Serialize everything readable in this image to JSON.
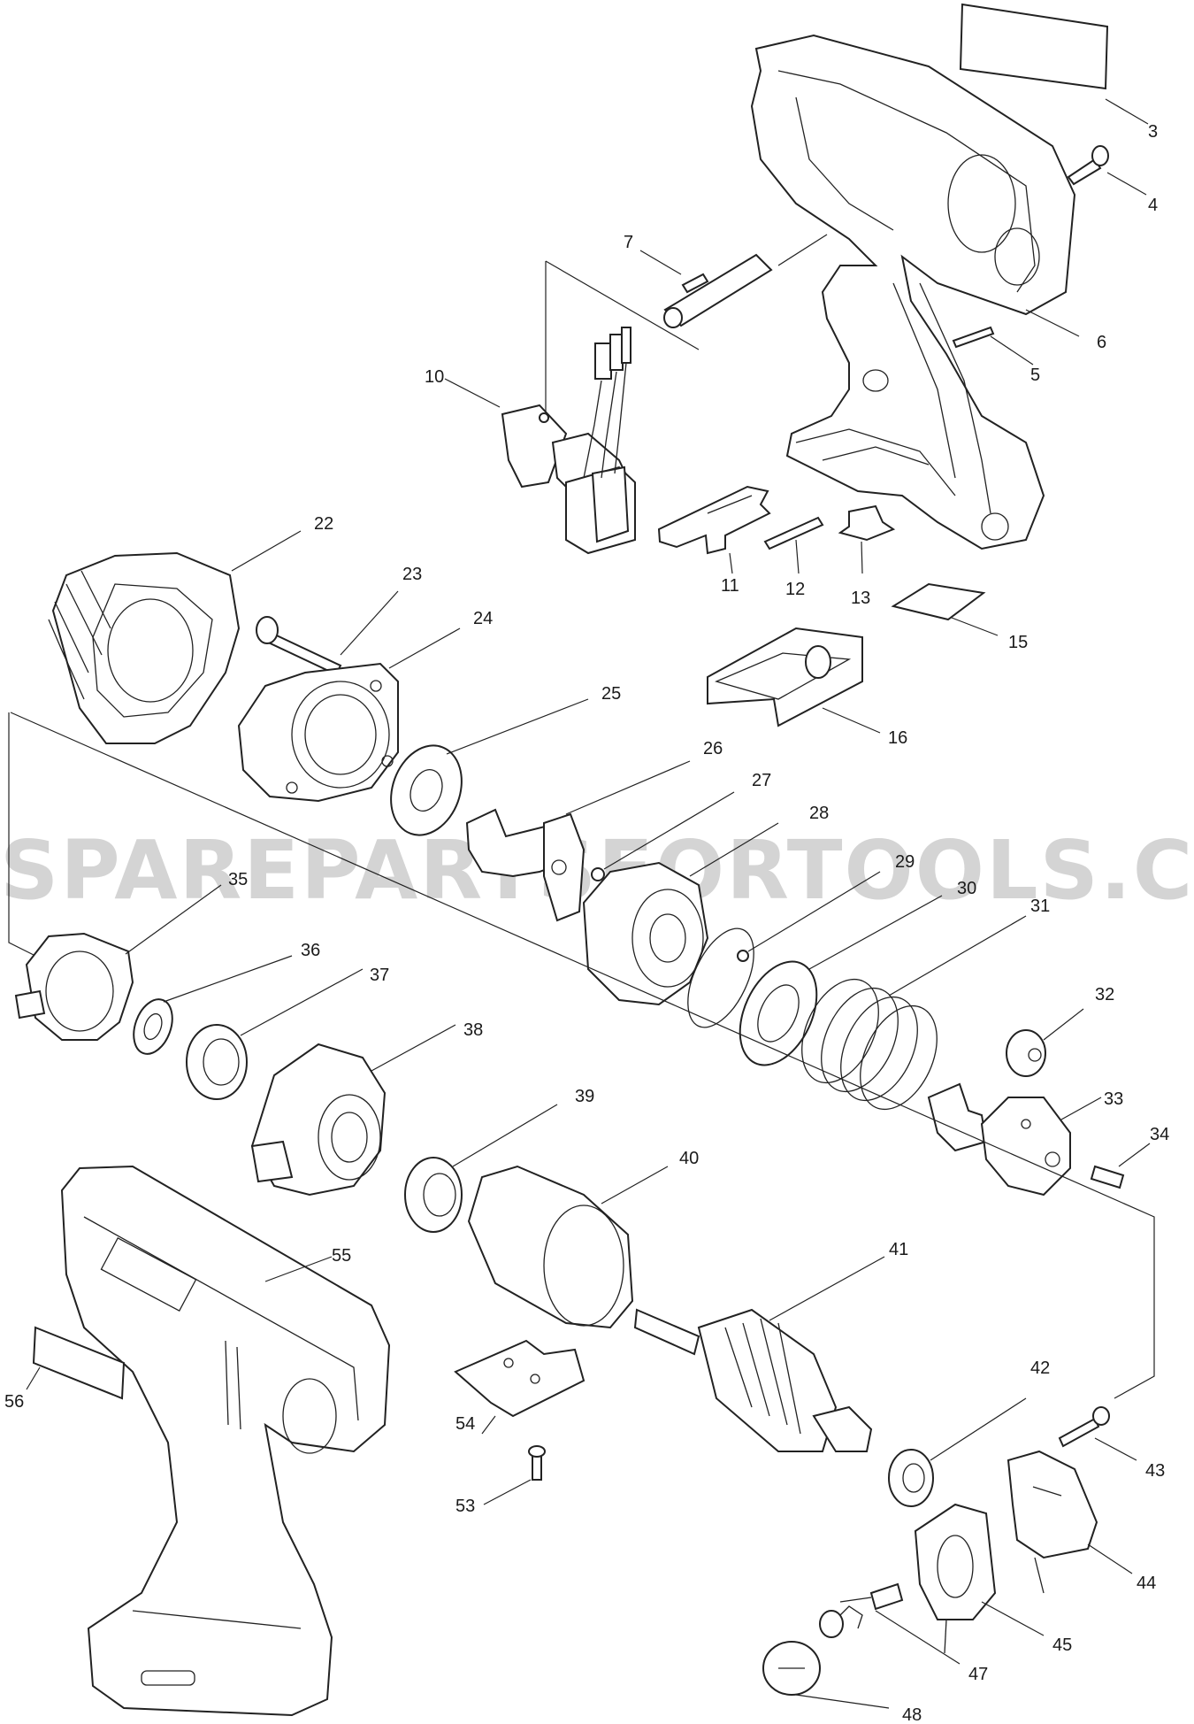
{
  "watermark": "SPAREPARTSFORTOOLS.COM.AU",
  "part_labels": [
    "3",
    "4",
    "5",
    "6",
    "7",
    "10",
    "11",
    "12",
    "13",
    "15",
    "16",
    "22",
    "23",
    "24",
    "25",
    "26",
    "27",
    "28",
    "29",
    "30",
    "31",
    "32",
    "33",
    "34",
    "35",
    "36",
    "37",
    "38",
    "39",
    "40",
    "41",
    "42",
    "43",
    "44",
    "45",
    "47",
    "48",
    "53",
    "54",
    "55",
    "56"
  ]
}
